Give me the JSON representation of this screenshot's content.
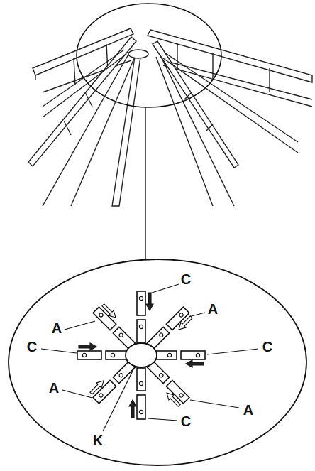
{
  "diagram": {
    "labels": [
      "C",
      "A",
      "A",
      "C",
      "C",
      "A",
      "A",
      "C",
      "K"
    ]
  }
}
